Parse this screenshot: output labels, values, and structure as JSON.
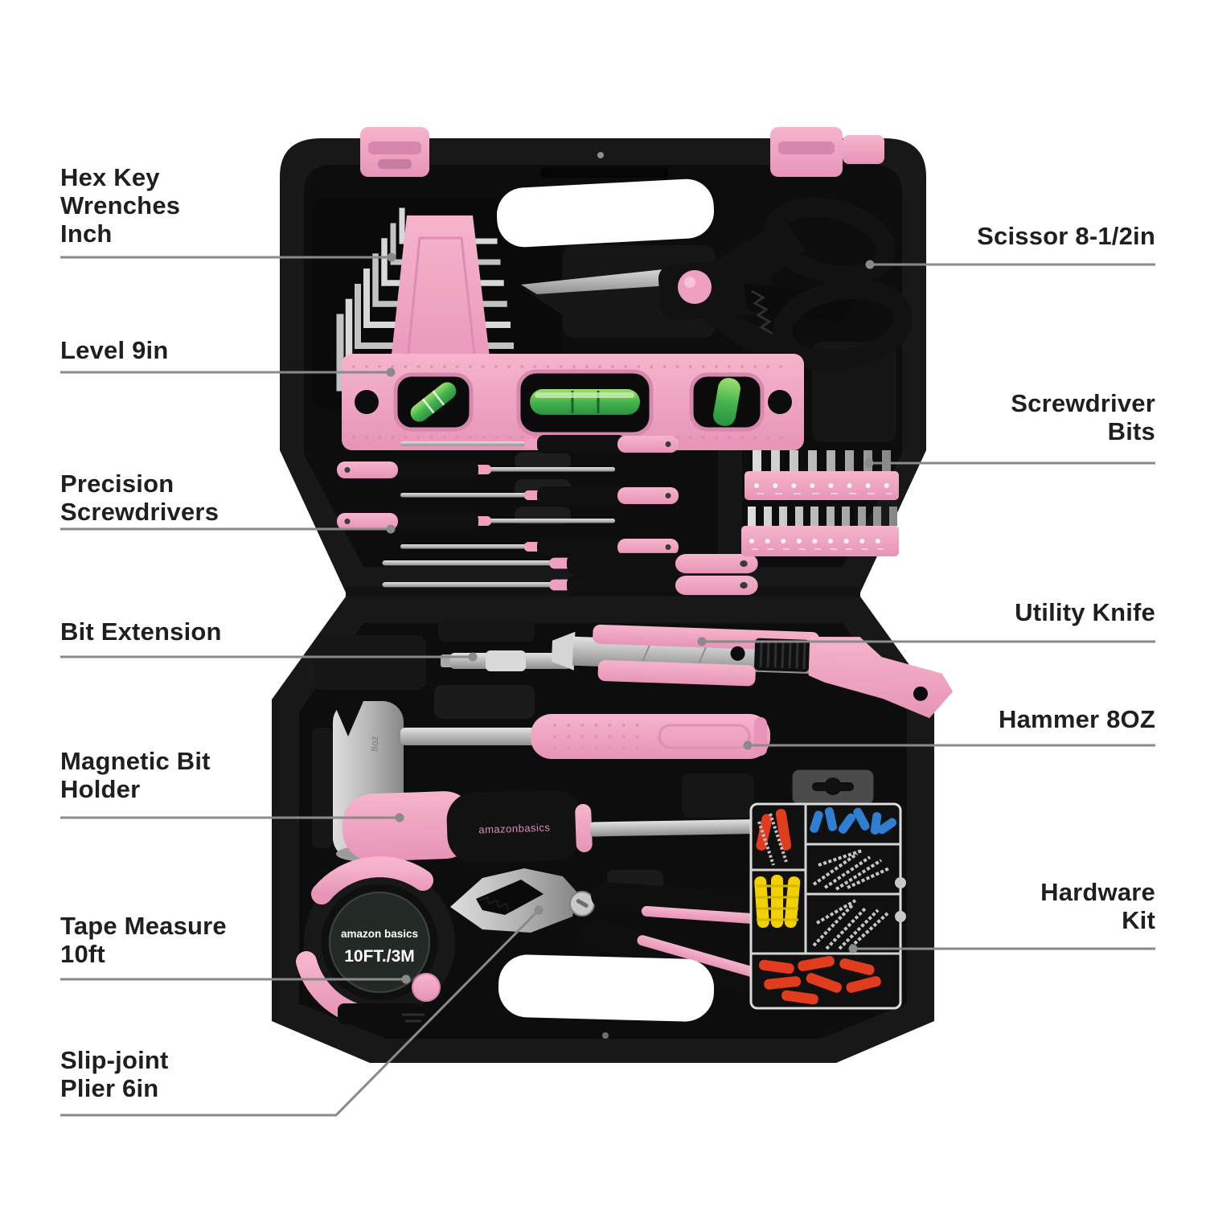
{
  "figure": {
    "description": "Pink household tool kit in black blow-molded case, open, with part callouts"
  },
  "palette": {
    "background": "#ffffff",
    "case_shell": "#181818",
    "case_tray": "#0d0d0d",
    "pink": "#f1a6c4",
    "pink_dark": "#de8db2",
    "silver": "#c9c9c9",
    "callout_line": "#8a8a8a",
    "label_text": "#1f1f1f",
    "vial_green": "#3aa84c",
    "anchor_red": "#e23c1e",
    "anchor_blue": "#2e7ed2",
    "anchor_yellow": "#f3d000"
  },
  "labels": {
    "left": [
      {
        "id": "hex-key-wrenches-inch",
        "text": "Hex Key\nWrenches\nInch"
      },
      {
        "id": "level-9in",
        "text": "Level 9in"
      },
      {
        "id": "precision-screwdrivers",
        "text": "Precision\nScrewdrivers"
      },
      {
        "id": "bit-extension",
        "text": "Bit Extension"
      },
      {
        "id": "magnetic-bit-holder",
        "text": "Magnetic Bit\nHolder"
      },
      {
        "id": "tape-measure-10ft",
        "text": "Tape Measure\n10ft"
      },
      {
        "id": "slip-joint-plier-6in",
        "text": "Slip-joint\nPlier 6in"
      }
    ],
    "right": [
      {
        "id": "scissor-8-1-2in",
        "text": "Scissor 8-1/2in"
      },
      {
        "id": "screwdriver-bits",
        "text": "Screwdriver\nBits"
      },
      {
        "id": "utility-knife",
        "text": "Utility Knife"
      },
      {
        "id": "hammer-8oz",
        "text": "Hammer 8OZ"
      },
      {
        "id": "hardware-kit",
        "text": "Hardware\nKit"
      }
    ]
  },
  "tool_markings": {
    "tape_measure_brand": "amazon basics",
    "tape_measure_size": "10FT./3M",
    "hammer_weight": "8oz",
    "bit_holder_brand": "amazonbasics"
  }
}
